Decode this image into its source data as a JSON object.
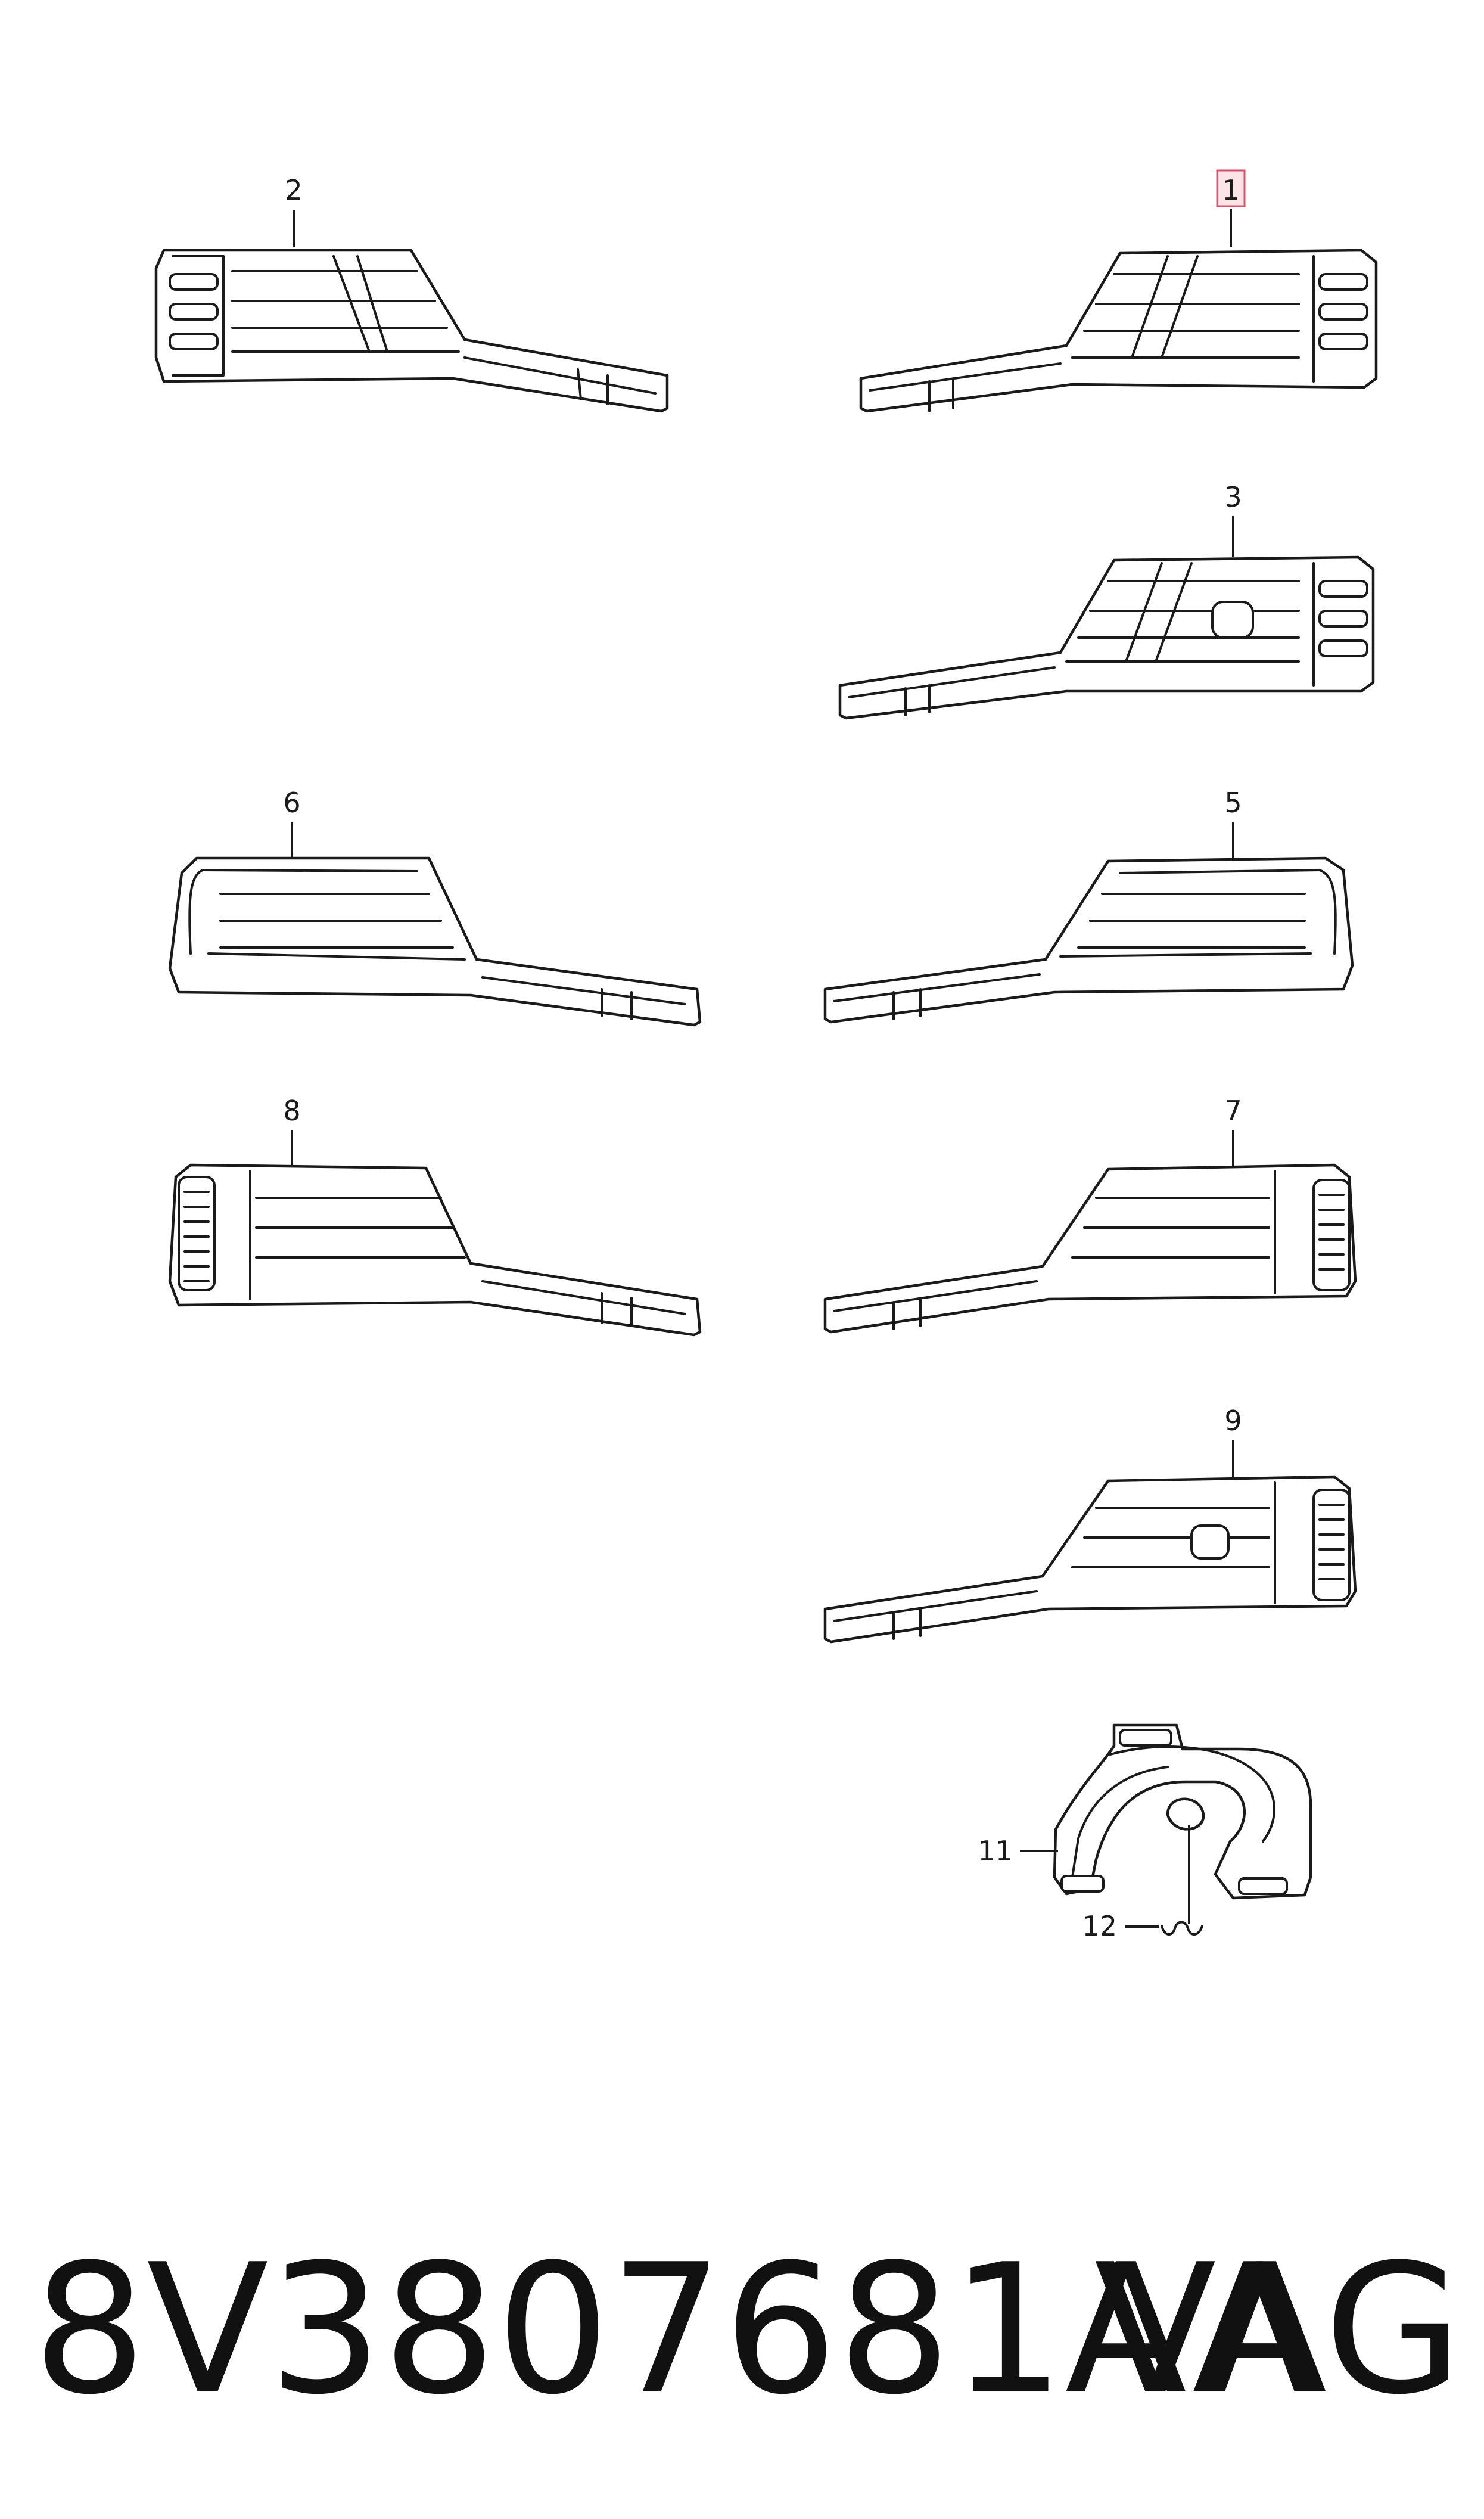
{
  "callouts": {
    "c1": "1",
    "c2": "2",
    "c3": "3",
    "c4": "5",
    "c5": "6",
    "c6": "7",
    "c7": "8",
    "c8": "9",
    "c9": "11",
    "c10": "12"
  },
  "highlighted_callout": "1",
  "colors": {
    "line": "#1a1a1a",
    "highlight_fill": "#fbe3e6",
    "highlight_border": "#d9506a"
  },
  "footer": {
    "part_number": "8V3807681AA",
    "brand": "VAG"
  }
}
